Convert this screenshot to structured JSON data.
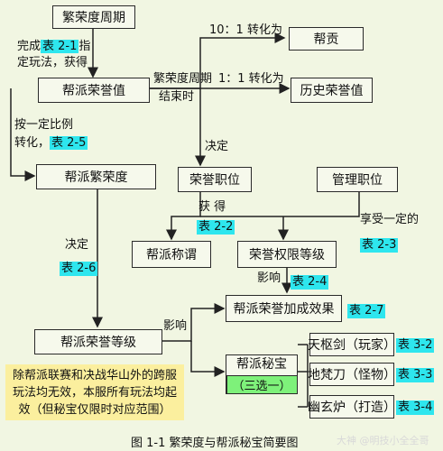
{
  "boxes": {
    "cycle": "繁荣度周期",
    "contribution": "帮贡",
    "guild_honor": "帮派荣誉值",
    "history_honor": "历史荣誉值",
    "guild_prosperity": "帮派繁荣度",
    "honor_position": "荣誉职位",
    "manage_position": "管理职位",
    "guild_title": "帮派称谓",
    "honor_rank": "荣誉权限等级",
    "honor_bonus": "帮派荣誉加成效果",
    "honor_level": "帮派荣誉等级",
    "guild_treasure": "帮派秘宝",
    "treasure_choice": "（三选一）",
    "tianshu": "天枢剑（玩家）",
    "difan": "地梵刀（怪物）",
    "youxuan": "幽玄炉（打造）"
  },
  "labels": {
    "complete": "完成",
    "assign_play": "定玩法，获得",
    "zhi": "指",
    "ratio_10": "10：1 转化为",
    "ratio_1": "1：1 转化为",
    "cycle_end_1": "繁荣度周期",
    "cycle_end_2": "结束时",
    "by_ratio_1": "按一定比例",
    "by_ratio_2": "转化，",
    "decide_1": "决定",
    "decide_2": "决定",
    "gain": "获 得",
    "enjoy": "享受一定的",
    "influence_1": "影响",
    "influence_2": "影响"
  },
  "refs": {
    "t2_1": "表 2-1",
    "t2_2": "表 2-2",
    "t2_3": "表 2-3",
    "t2_4": "表 2-4",
    "t2_5": "表 2-5",
    "t2_6": "表 2-6",
    "t2_7": "表 2-7",
    "t3_2": "表 3-2",
    "t3_3": "表 3-3",
    "t3_4": "表 3-4"
  },
  "note": "除帮派联赛和决战华山外的跨服玩法均无效，本服所有玩法均起效（但秘宝仅限时对应范围）",
  "caption": "图 1-1  繁荣度与帮派秘宝简要图",
  "watermark": "大神 @明技小全全哥",
  "colors": {
    "background": "#f1f6e2",
    "highlight": "#2ee6ee",
    "green": "#7ef17a",
    "note": "#fbef9e"
  }
}
